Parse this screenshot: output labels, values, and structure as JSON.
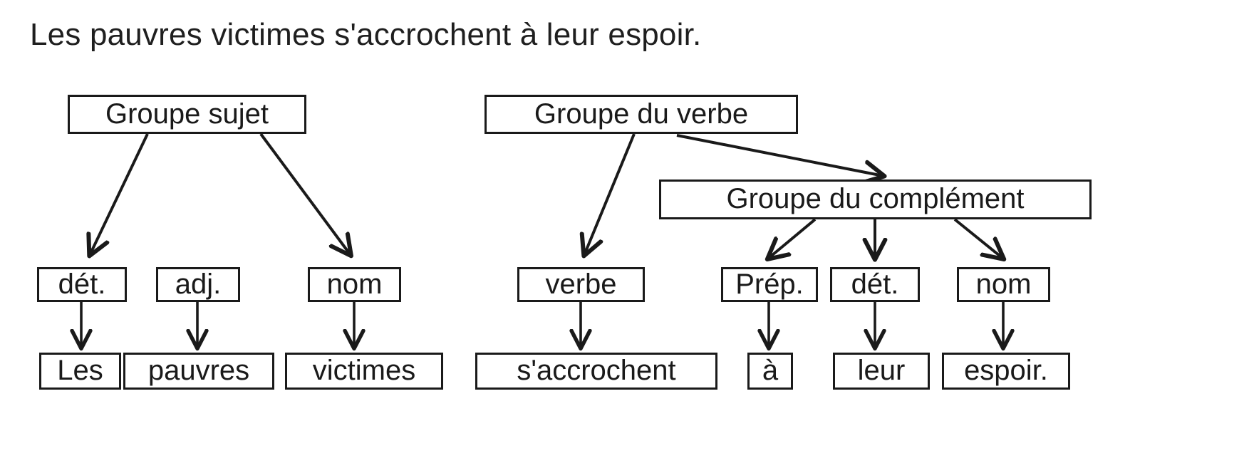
{
  "title": {
    "sentence": "Les pauvres victimes s'accrochent à leur espoir."
  },
  "colors": {
    "ink": "#1a1a1a",
    "background": "#ffffff",
    "box_border": "#1a1a1a"
  },
  "nodes": {
    "groupe_sujet": "Groupe sujet",
    "groupe_du_verbe": "Groupe du verbe",
    "groupe_du_complement": "Groupe du complément",
    "det_1": "dét.",
    "adj_1": "adj.",
    "nom_1": "nom",
    "verbe": "verbe",
    "prep": "Prép.",
    "det_2": "dét.",
    "nom_2": "nom",
    "mot_les": "Les",
    "mot_pauvres": "pauvres",
    "mot_victimes": "victimes",
    "mot_saccrochent": "s'accrochent",
    "mot_a": "à",
    "mot_leur": "leur",
    "mot_espoir": "espoir."
  },
  "chart_data": {
    "type": "diagram",
    "title": "Les pauvres victimes s'accrochent à leur espoir.",
    "diagram_kind": "french-sentence-constituent-tree",
    "levels": [
      {
        "level": 1,
        "name": "phrases",
        "nodes": [
          {
            "id": "groupe_sujet",
            "label": "Groupe sujet"
          },
          {
            "id": "groupe_du_verbe",
            "label": "Groupe du verbe"
          }
        ]
      },
      {
        "level": 2,
        "name": "sub-phrase",
        "nodes": [
          {
            "id": "groupe_du_complement",
            "label": "Groupe du complément"
          }
        ]
      },
      {
        "level": 3,
        "name": "parts-of-speech",
        "nodes": [
          {
            "id": "det_1",
            "label": "dét."
          },
          {
            "id": "adj_1",
            "label": "adj."
          },
          {
            "id": "nom_1",
            "label": "nom"
          },
          {
            "id": "verbe",
            "label": "verbe"
          },
          {
            "id": "prep",
            "label": "Prép."
          },
          {
            "id": "det_2",
            "label": "dét."
          },
          {
            "id": "nom_2",
            "label": "nom"
          }
        ]
      },
      {
        "level": 4,
        "name": "words",
        "nodes": [
          {
            "id": "mot_les",
            "label": "Les"
          },
          {
            "id": "mot_pauvres",
            "label": "pauvres"
          },
          {
            "id": "mot_victimes",
            "label": "victimes"
          },
          {
            "id": "mot_saccrochent",
            "label": "s'accrochent"
          },
          {
            "id": "mot_a",
            "label": "à"
          },
          {
            "id": "mot_leur",
            "label": "leur"
          },
          {
            "id": "mot_espoir",
            "label": "espoir."
          }
        ]
      }
    ],
    "edges": [
      {
        "from": "groupe_sujet",
        "to": "det_1",
        "style": "diagonal-left"
      },
      {
        "from": "groupe_sujet",
        "to": "nom_1",
        "style": "diagonal-right"
      },
      {
        "from": "groupe_du_verbe",
        "to": "verbe",
        "style": "diagonal-left"
      },
      {
        "from": "groupe_du_verbe",
        "to": "groupe_du_complement",
        "style": "diagonal-right"
      },
      {
        "from": "groupe_du_complement",
        "to": "prep",
        "style": "diagonal-left"
      },
      {
        "from": "groupe_du_complement",
        "to": "det_2",
        "style": "vertical"
      },
      {
        "from": "groupe_du_complement",
        "to": "nom_2",
        "style": "diagonal-right"
      },
      {
        "from": "det_1",
        "to": "mot_les",
        "style": "vertical"
      },
      {
        "from": "adj_1",
        "to": "mot_pauvres",
        "style": "vertical"
      },
      {
        "from": "nom_1",
        "to": "mot_victimes",
        "style": "vertical"
      },
      {
        "from": "verbe",
        "to": "mot_saccrochent",
        "style": "vertical"
      },
      {
        "from": "prep",
        "to": "mot_a",
        "style": "vertical"
      },
      {
        "from": "det_2",
        "to": "mot_leur",
        "style": "vertical"
      },
      {
        "from": "nom_2",
        "to": "mot_espoir",
        "style": "vertical"
      }
    ]
  }
}
